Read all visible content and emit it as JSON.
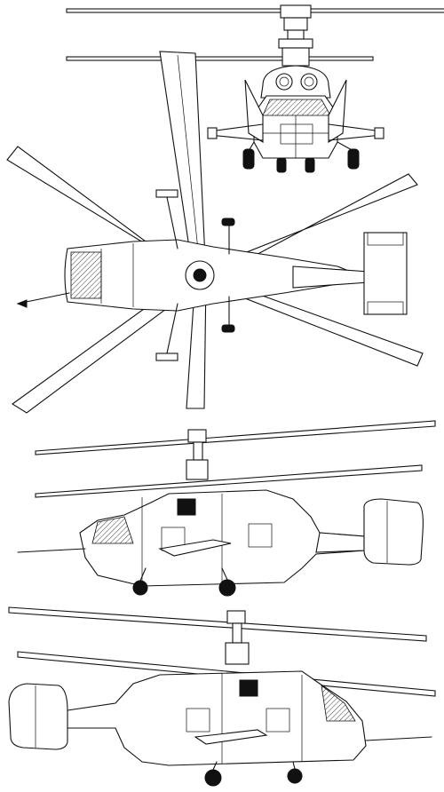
{
  "drawing": {
    "subject": "",
    "views": [
      "front",
      "top",
      "side-right",
      "side-left"
    ]
  },
  "colors": {
    "ink": "#111111",
    "paper": "#ffffff"
  }
}
